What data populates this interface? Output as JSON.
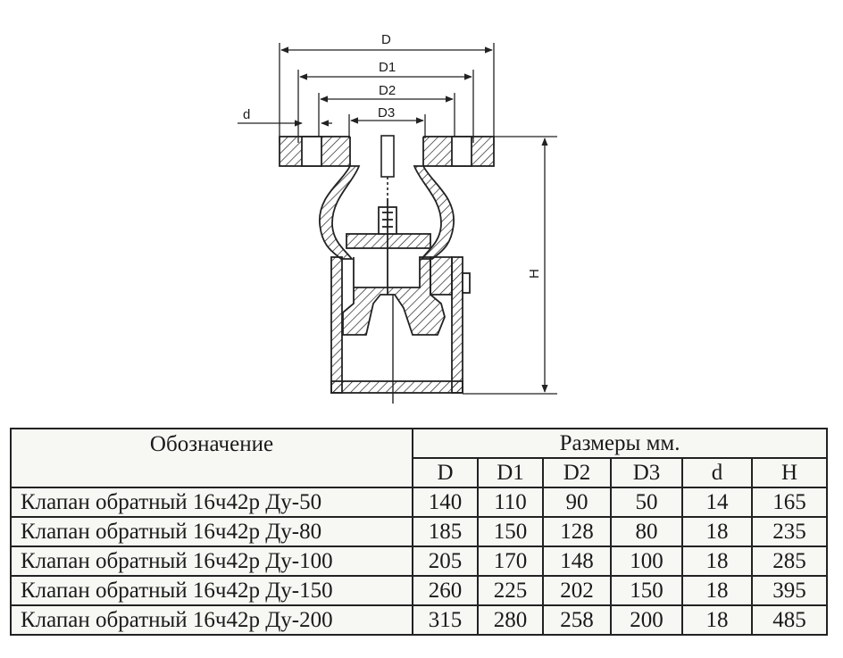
{
  "drawing": {
    "labels": {
      "D": "D",
      "D1": "D1",
      "D2": "D2",
      "D3": "D3",
      "d": "d",
      "H": "H"
    }
  },
  "table": {
    "name_header": "Обозначение",
    "dims_header": "Размеры мм.",
    "columns": [
      "D",
      "D1",
      "D2",
      "D3",
      "d",
      "H"
    ],
    "rows": [
      {
        "name": "Клапан обратный 16ч42р Ду-50",
        "values": [
          "140",
          "110",
          "90",
          "50",
          "14",
          "165"
        ]
      },
      {
        "name": "Клапан обратный 16ч42р Ду-80",
        "values": [
          "185",
          "150",
          "128",
          "80",
          "18",
          "235"
        ]
      },
      {
        "name": "Клапан обратный 16ч42р Ду-100",
        "values": [
          "205",
          "170",
          "148",
          "100",
          "18",
          "285"
        ]
      },
      {
        "name": "Клапан обратный 16ч42р Ду-150",
        "values": [
          "260",
          "225",
          "202",
          "150",
          "18",
          "395"
        ]
      },
      {
        "name": "Клапан обратный 16ч42р Ду-200",
        "values": [
          "315",
          "280",
          "258",
          "200",
          "18",
          "485"
        ]
      }
    ]
  }
}
